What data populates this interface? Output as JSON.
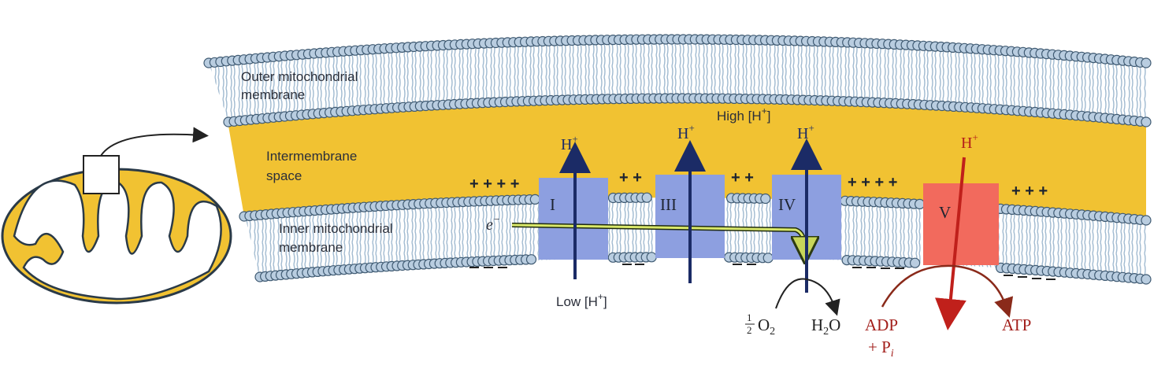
{
  "labels": {
    "outer_membrane_line1": "Outer mitochondrial",
    "outer_membrane_line2": "membrane",
    "intermembrane_line1": "Intermembrane",
    "intermembrane_line2": "space",
    "inner_membrane_line1": "Inner mitochondrial",
    "inner_membrane_line2": "membrane",
    "high_h": "High [H",
    "low_h": "Low [H",
    "plus_sup": "+",
    "electron": "e",
    "electron_sup": "−",
    "h_plus": "H",
    "half": "1",
    "half_den": "2",
    "o2": "O",
    "o2_sub": "2",
    "h2o_h": "H",
    "h2o_sub": "2",
    "h2o_o": "O",
    "adp": "ADP",
    "pi": "+ P",
    "pi_sub": "i",
    "atp": "ATP"
  },
  "complexes": [
    {
      "id": "I",
      "label": "I"
    },
    {
      "id": "III",
      "label": "III"
    },
    {
      "id": "IV",
      "label": "IV"
    },
    {
      "id": "V",
      "label": "V"
    }
  ],
  "charges": {
    "positive_groups": [
      "+ + + +",
      "+ +",
      "+ +",
      "+ + + +",
      "+ + +"
    ],
    "negative_mark": "_ _"
  },
  "colors": {
    "intermembrane": "#f1c232",
    "membrane_head": "#b9cde0",
    "membrane_tail": "#8fb0cc",
    "complex_blue": "#8d9fe0",
    "complex_red": "#f26a5d",
    "proton_arrow": "#1b2b66",
    "atp_arrow": "#c0201b",
    "electron_path": "#d9e86a",
    "text": "#2b2f3a",
    "red_text": "#a3201c"
  }
}
